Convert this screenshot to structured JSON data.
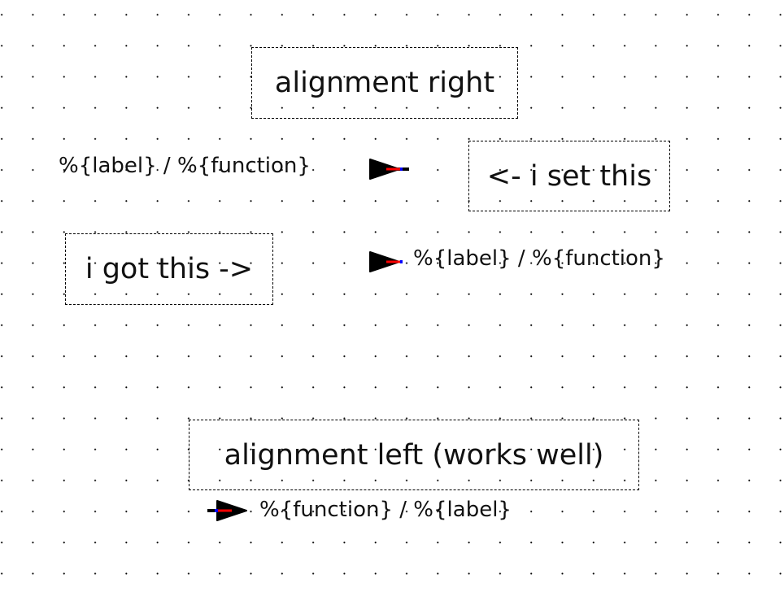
{
  "texts": {
    "alignment_right": "alignment right",
    "i_set_this": "<- i set this",
    "i_got_this": "i got this ->",
    "alignment_left": "alignment left (works well)"
  },
  "labels": {
    "right_set": "%{label} / %{function}",
    "right_got": "%{label} / %{function}",
    "left": "%{function} / %{label}"
  },
  "colors": {
    "pin_body": "#000000",
    "pin_line": "#ff0000",
    "pin_end": "#0000ff"
  }
}
